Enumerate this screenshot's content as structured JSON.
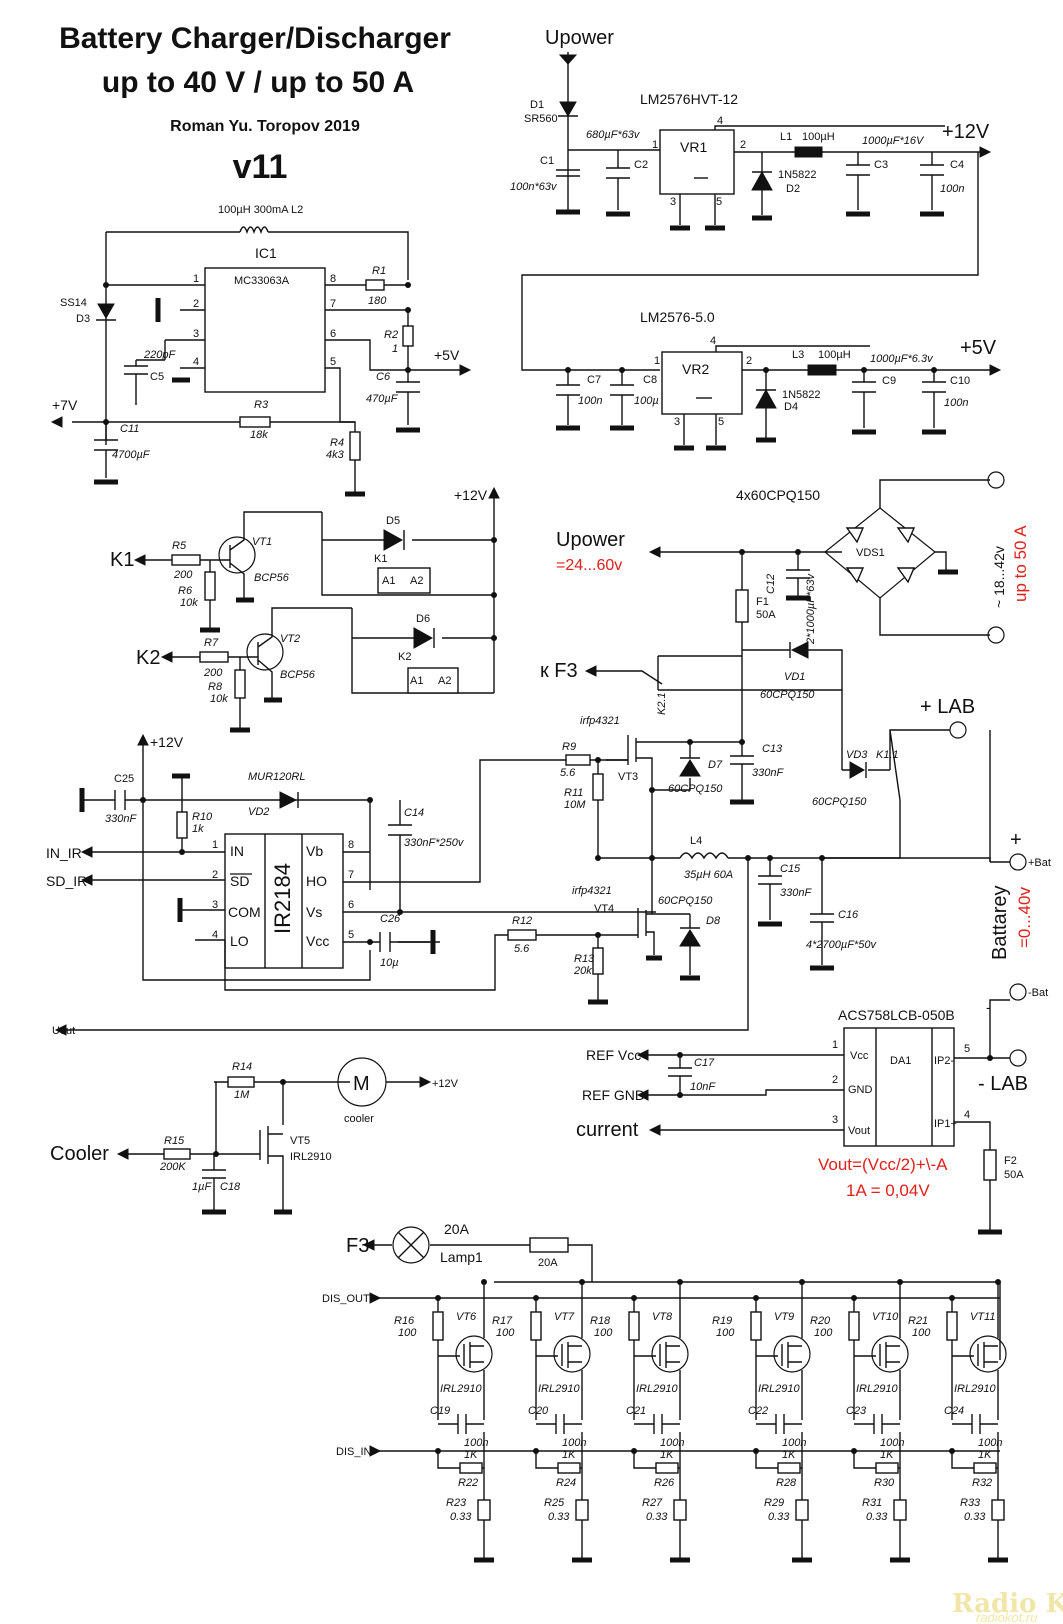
{
  "header": {
    "title_line1": "Battery Charger/Discharger",
    "title_line2": "up to 40 V / up to 50 A",
    "author": "Roman Yu. Toropov 2019",
    "version": "v11"
  },
  "power_supply": {
    "upower_in": "Upower",
    "d1": "D1",
    "d1_type": "SR560",
    "vr1_type": "LM2576HVT-12",
    "vr1": "VR1",
    "c1": "C1",
    "c1_val": "100n*63v",
    "c2": "C2",
    "c2_val": "680µF*63v",
    "l1": "L1",
    "l1_val": "100µH",
    "d2": "D2",
    "d2_type": "1N5822",
    "c3": "C3",
    "c3_val": "1000µF*16V",
    "c4": "C4",
    "c4_val": "100n",
    "out12": "+12V",
    "vr2_type": "LM2576-5.0",
    "vr2": "VR2",
    "c7": "C7",
    "c7_val": "100n",
    "c8": "C8",
    "c8_val": "100µ",
    "l3": "L3",
    "l3_val": "100µH",
    "d4": "D4",
    "d4_type": "1N5822",
    "c9": "C9",
    "c9_val": "1000µF*6.3v",
    "c10": "C10",
    "c10_val": "100n",
    "out5": "+5V",
    "pin1": "1",
    "pin2": "2",
    "pin3": "3",
    "pin4": "4",
    "pin5": "5"
  },
  "boost": {
    "l2": "100µH 300mA L2",
    "ic1": "IC1",
    "ic1_type": "MC33063A",
    "d3": "SS14",
    "d3_ref": "D3",
    "c5": "C5",
    "c5_val": "220pF",
    "r1": "R1",
    "r1_val": "180",
    "r2": "R2",
    "r2_val": "1",
    "c6": "C6",
    "c6_val": "470µF",
    "out5": "+5V",
    "r3": "R3",
    "r3_val": "18k",
    "r4": "R4",
    "r4_val": "4k3",
    "c11": "C11",
    "c11_val": "4700µF",
    "out7": "+7V",
    "pins": [
      "1",
      "2",
      "3",
      "4",
      "5",
      "6",
      "7",
      "8"
    ]
  },
  "relays": {
    "k1": "K1",
    "r5": "R5",
    "r5_val": "200",
    "r6": "R6",
    "r6_val": "10k",
    "vt1": "VT1",
    "vt1_type": "BCP56",
    "d5": "D5",
    "k1_coil": "K1",
    "k2": "K2",
    "r7": "R7",
    "r7_val": "200",
    "r8": "R8",
    "r8_val": "10k",
    "vt2": "VT2",
    "vt2_type": "BCP56",
    "d6": "D6",
    "k2_coil": "K2",
    "a1": "A1",
    "a2": "A2",
    "supply": "+12V"
  },
  "driver": {
    "supply": "+12V",
    "c25": "C25",
    "c25_val": "330nF",
    "vd2_type": "MUR120RL",
    "vd2": "VD2",
    "r10": "R10",
    "r10_val": "1k",
    "ic": "IR2184",
    "pin_in": "IN",
    "pin_sd": "SD",
    "pin_com": "COM",
    "pin_lo": "LO",
    "pin_vb": "Vb",
    "pin_ho": "HO",
    "pin_vs": "Vs",
    "pin_vcc": "Vcc",
    "c14": "C14",
    "c14_val": "330nF*250v",
    "c26": "C26",
    "c26_val": "10µ",
    "in_ir": "IN_IR",
    "sd_ir": "SD_IR",
    "uout": "Uout",
    "pins": [
      "1",
      "2",
      "3",
      "4",
      "8",
      "7",
      "6",
      "5"
    ]
  },
  "power_stage": {
    "upower": "Upower",
    "upower_range": "=24...60v",
    "bridge": "4x60CPQ150",
    "vds1": "VDS1",
    "ac_range": "~ 18...42v",
    "ac_current": "up to 50 A",
    "c12_val": "2*1000µF*63v",
    "c12": "C12",
    "f1": "F1",
    "f1_val": "50A",
    "kf3": "к F3",
    "k21": "K2.1",
    "vd1": "VD1",
    "vd1_type": "60CPQ150",
    "lab_plus": "+ LAB",
    "vd3": "VD3",
    "vd3_type": "60CPQ150",
    "k11": "K1.1",
    "vt3_type": "irfp4321",
    "vt3": "VT3",
    "r9": "R9",
    "r9_val": "5.6",
    "r11": "R11",
    "r11_val": "10M",
    "d7": "D7",
    "d7_type": "60CPQ150",
    "c13": "C13",
    "c13_val": "330nF",
    "l4": "L4",
    "l4_val": "35µH 60A",
    "c15": "C15",
    "c15_val": "330nF",
    "c16": "C16",
    "c16_val": "4*2700µF*50v",
    "vt4_type": "irfp4321",
    "vt4": "VT4",
    "d8_type": "60CPQ150",
    "d8": "D8",
    "r12": "R12",
    "r12_val": "5.6",
    "r13": "R13",
    "r13_val": "20k",
    "bat_plus": "+",
    "bat_plus_term": "+Bat",
    "battery": "Battarey",
    "bat_range": "=0...40v"
  },
  "current_sensor": {
    "chip": "ACS758LCB-050B",
    "da1": "DA1",
    "vcc": "Vcc",
    "gnd": "GND",
    "vout": "Vout",
    "ip2": "IP2-",
    "ip1": "IP1+",
    "ref_vcc": "REF Vcc",
    "ref_gnd": "REF GND",
    "current": "current",
    "c17": "C17",
    "c17_val": "10nF",
    "bat_minus": "-Bat",
    "minus": "-",
    "lab_minus": "- LAB",
    "f2": "F2",
    "f2_val": "50A",
    "formula": "Vout=(Vcc/2)+\\-A",
    "scale": "1A = 0,04V",
    "pins": [
      "1",
      "2",
      "3",
      "5",
      "4"
    ]
  },
  "cooler": {
    "label": "Cooler",
    "motor": "M",
    "motor_label": "cooler",
    "supply": "+12V",
    "r14": "R14",
    "r14_val": "1M",
    "r15": "R15",
    "r15_val": "200K",
    "c18": "C18",
    "c18_val": "1µF",
    "vt5": "VT5",
    "vt5_type": "IRL2910"
  },
  "discharger": {
    "f3": "F3",
    "lamp_a": "20A",
    "lamp": "Lamp1",
    "fuse_val": "20A",
    "dis_out": "DIS_OUT",
    "dis_in": "DIS_IN",
    "mos_type": "IRL2910",
    "gate_r_val": "100",
    "cap_val": "100n",
    "r1k_val": "1K",
    "shunt_val": "0.33",
    "stages": [
      {
        "vt": "VT6",
        "rg": "R16",
        "c": "C19",
        "r1k": "R22",
        "rs": "R23"
      },
      {
        "vt": "VT7",
        "rg": "R17",
        "c": "C20",
        "r1k": "R24",
        "rs": "R25"
      },
      {
        "vt": "VT8",
        "rg": "R18",
        "c": "C21",
        "r1k": "R26",
        "rs": "R27"
      },
      {
        "vt": "VT9",
        "rg": "R19",
        "c": "C22",
        "r1k": "R28",
        "rs": "R29"
      },
      {
        "vt": "VT10",
        "rg": "R20",
        "c": "C23",
        "r1k": "R30",
        "rs": "R31"
      },
      {
        "vt": "VT11",
        "rg": "R21",
        "c": "C24",
        "r1k": "R32",
        "rs": "R33"
      }
    ]
  },
  "watermark": {
    "logo": "Radio KOT",
    "site": "radiokot.ru"
  }
}
